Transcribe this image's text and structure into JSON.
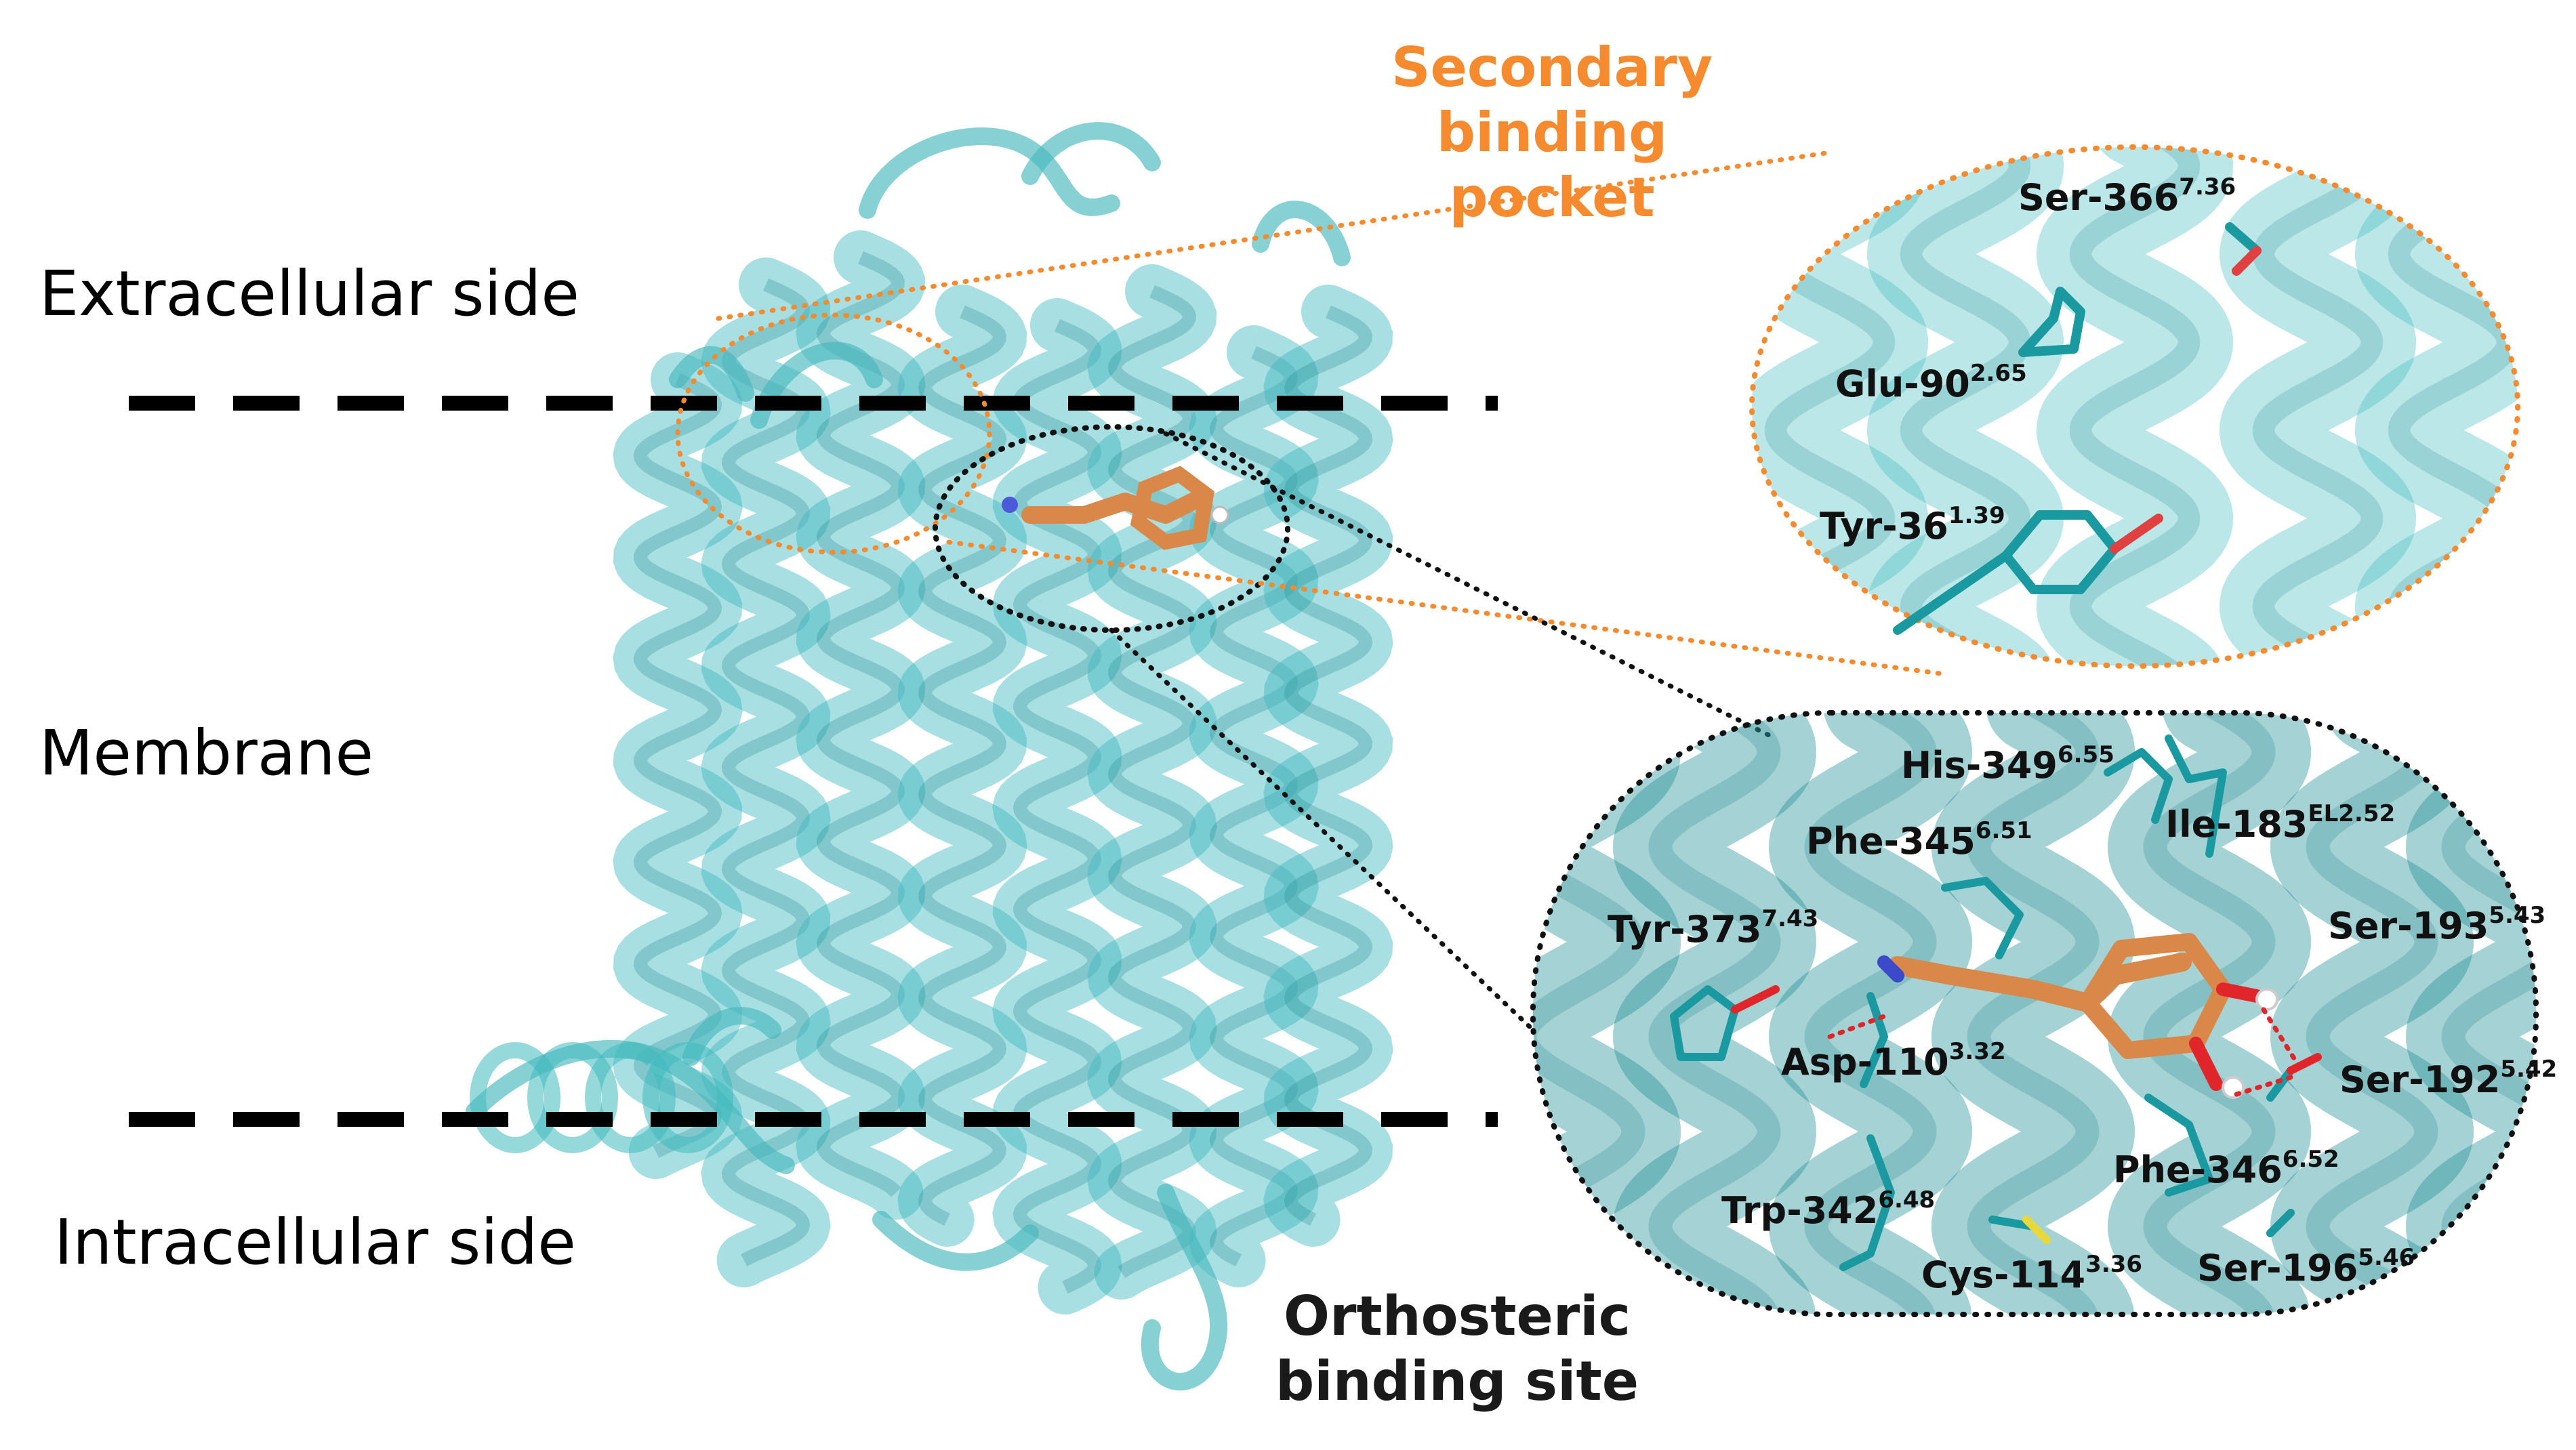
{
  "labels": {
    "extracellular": "Extracellular side",
    "membrane": "Membrane",
    "intracellular": "Intracellular side",
    "secondary_line1": "Secondary",
    "secondary_line2": "binding pocket",
    "orthosteric_line1": "Orthosteric",
    "orthosteric_line2": "binding site"
  },
  "secondary_residues": [
    {
      "name": "Ser-366",
      "sup": "7.36"
    },
    {
      "name": "Glu-90",
      "sup": "2.65"
    },
    {
      "name": "Tyr-36",
      "sup": "1.39"
    }
  ],
  "orthosteric_residues": [
    {
      "name": "His-349",
      "sup": "6.55"
    },
    {
      "name": "Ile-183",
      "sup": "EL2.52"
    },
    {
      "name": "Phe-345",
      "sup": "6.51"
    },
    {
      "name": "Tyr-373",
      "sup": "7.43"
    },
    {
      "name": "Ser-193",
      "sup": "5.43"
    },
    {
      "name": "Asp-110",
      "sup": "3.32"
    },
    {
      "name": "Ser-192",
      "sup": "5.42"
    },
    {
      "name": "Phe-346",
      "sup": "6.52"
    },
    {
      "name": "Trp-342",
      "sup": "6.48"
    },
    {
      "name": "Cys-114",
      "sup": "3.36"
    },
    {
      "name": "Ser-196",
      "sup": "5.46"
    }
  ],
  "colors": {
    "helix": "#3FB9BE",
    "helix_dark": "#1F8F94",
    "ligand": "#D9884A",
    "pocket_outline": "#F58A2F",
    "site_outline": "#1a1a1a",
    "hbond": "#E0262A",
    "membrane_line": "#000000"
  }
}
